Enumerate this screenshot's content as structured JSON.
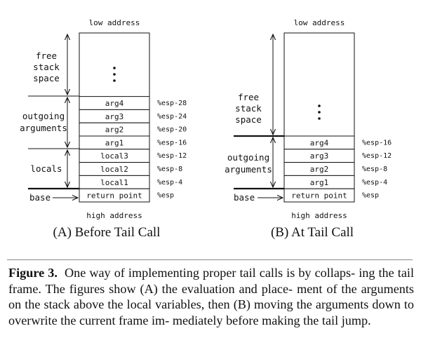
{
  "panel_a": {
    "top_label": "low address",
    "bottom_label": "high address",
    "subtitle": "(A) Before Tail Call",
    "free_label": [
      "free",
      "stack",
      "space"
    ],
    "outgoing_label": [
      "outgoing",
      "arguments"
    ],
    "locals_label": "locals",
    "base_label": "base",
    "cells": [
      "arg4",
      "arg3",
      "arg2",
      "arg1",
      "local3",
      "local2",
      "local1",
      "return point"
    ],
    "offsets": [
      "%esp-28",
      "%esp-24",
      "%esp-20",
      "%esp-16",
      "%esp-12",
      "%esp-8",
      "%esp-4",
      "%esp"
    ]
  },
  "panel_b": {
    "top_label": "low address",
    "bottom_label": "high address",
    "subtitle": "(B) At Tail Call",
    "free_label": [
      "free",
      "stack",
      "space"
    ],
    "outgoing_label": [
      "outgoing",
      "arguments"
    ],
    "base_label": "base",
    "cells": [
      "arg4",
      "arg3",
      "arg2",
      "arg1",
      "return point"
    ],
    "offsets": [
      "%esp-16",
      "%esp-12",
      "%esp-8",
      "%esp-4",
      "%esp"
    ]
  },
  "caption": {
    "label": "Figure 3.",
    "lines": [
      "One way of implementing proper tail calls is by collaps-",
      "ing the tail frame. The figures show (A) the evaluation and place-",
      "ment of the arguments on the stack above the local variables, then",
      "(B) moving the arguments down to overwrite the current frame im-",
      "mediately before making the tail jump."
    ]
  }
}
